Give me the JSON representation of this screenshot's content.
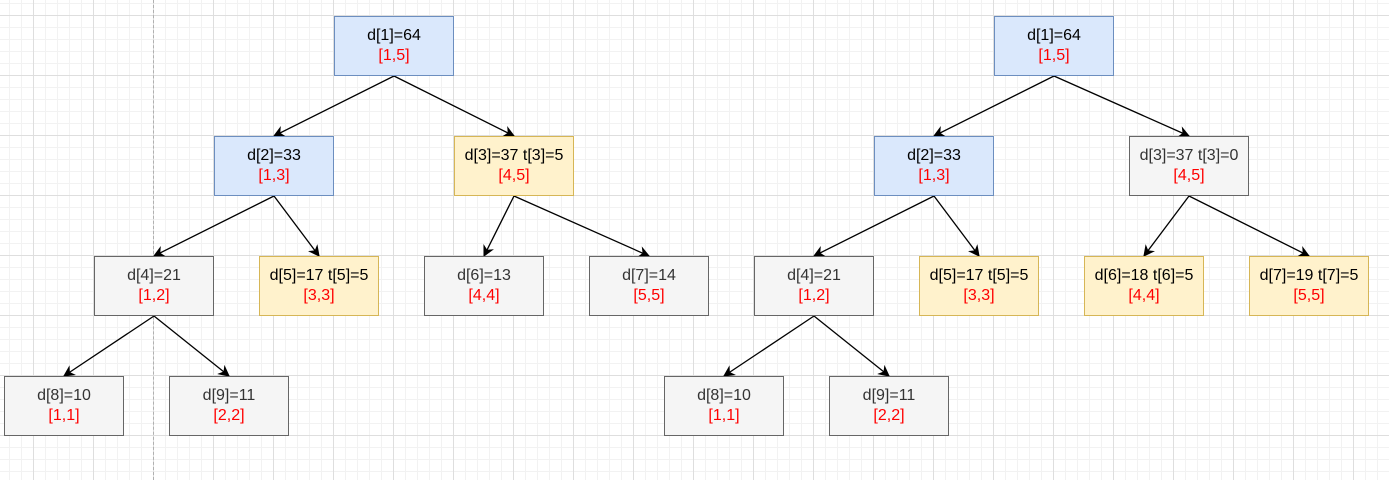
{
  "colors": {
    "blue_fill": "#dae8fc",
    "yellow_fill": "#fff2cc",
    "gray_fill": "#f5f5f5",
    "range_text": "#ff0000"
  },
  "trees": [
    {
      "nodes": [
        {
          "label": "d[1]=64",
          "range": "[1,5]",
          "style": "blue"
        },
        {
          "label": "d[2]=33",
          "range": "[1,3]",
          "style": "blue"
        },
        {
          "label": "d[3]=37 t[3]=5",
          "range": "[4,5]",
          "style": "yellow"
        },
        {
          "label": "d[4]=21",
          "range": "[1,2]",
          "style": "gray"
        },
        {
          "label": "d[5]=17 t[5]=5",
          "range": "[3,3]",
          "style": "yellow"
        },
        {
          "label": "d[6]=13",
          "range": "[4,4]",
          "style": "gray"
        },
        {
          "label": "d[7]=14",
          "range": "[5,5]",
          "style": "gray"
        },
        {
          "label": "d[8]=10",
          "range": "[1,1]",
          "style": "gray"
        },
        {
          "label": "d[9]=11",
          "range": "[2,2]",
          "style": "gray"
        }
      ]
    },
    {
      "nodes": [
        {
          "label": "d[1]=64",
          "range": "[1,5]",
          "style": "blue"
        },
        {
          "label": "d[2]=33",
          "range": "[1,3]",
          "style": "blue"
        },
        {
          "label": "d[3]=37 t[3]=0",
          "range": "[4,5]",
          "style": "gray"
        },
        {
          "label": "d[4]=21",
          "range": "[1,2]",
          "style": "gray"
        },
        {
          "label": "d[5]=17 t[5]=5",
          "range": "[3,3]",
          "style": "yellow"
        },
        {
          "label": "d[6]=18 t[6]=5",
          "range": "[4,4]",
          "style": "yellow"
        },
        {
          "label": "d[7]=19 t[7]=5",
          "range": "[5,5]",
          "style": "yellow"
        },
        {
          "label": "d[8]=10",
          "range": "[1,1]",
          "style": "gray"
        },
        {
          "label": "d[9]=11",
          "range": "[2,2]",
          "style": "gray"
        }
      ]
    }
  ]
}
